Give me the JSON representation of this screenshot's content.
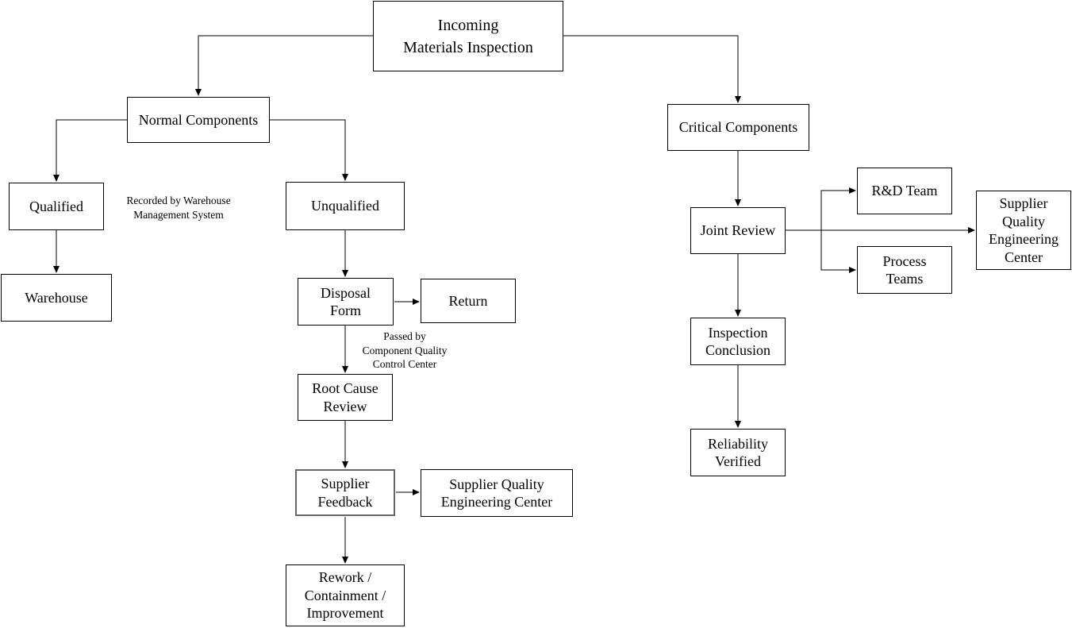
{
  "diagram": {
    "type": "flowchart",
    "title": "Incoming Materials Inspection",
    "colors": {
      "background": "#ffffff",
      "box_border": "#000000",
      "emphasis_box_border": "#666666",
      "text": "#000000",
      "arrow": "#000000"
    },
    "nodes": {
      "incoming": {
        "label": "Incoming\nMaterials Inspection"
      },
      "normal": {
        "label": "Normal Components"
      },
      "qualified": {
        "label": "Qualified"
      },
      "warehouse": {
        "label": "Warehouse"
      },
      "unqualified": {
        "label": "Unqualified"
      },
      "disposal": {
        "label": "Disposal\nForm"
      },
      "return": {
        "label": "Return"
      },
      "root_cause": {
        "label": "Root Cause\nReview"
      },
      "supplier_feedback": {
        "label": "Supplier\nFeedback"
      },
      "sqec_left": {
        "label": "Supplier Quality\nEngineering Center"
      },
      "rework": {
        "label": "Rework /\nContainment /\nImprovement"
      },
      "critical": {
        "label": "Critical Components"
      },
      "joint_review": {
        "label": "Joint Review"
      },
      "rd_team": {
        "label": "R&D Team"
      },
      "process_teams": {
        "label": "Process\nTeams"
      },
      "sqec_right": {
        "label": "Supplier\nQuality\nEngineering\nCenter"
      },
      "inspection": {
        "label": "Inspection\nConclusion"
      },
      "reliability": {
        "label": "Reliability\nVerified"
      }
    },
    "annotations": {
      "recorded": {
        "label": "Recorded by Warehouse\nManagement System"
      },
      "passed": {
        "label": "Passed by\nComponent Quality\nControl Center"
      }
    },
    "edges": [
      {
        "from": "incoming",
        "to": "normal"
      },
      {
        "from": "incoming",
        "to": "critical"
      },
      {
        "from": "normal",
        "to": "qualified"
      },
      {
        "from": "normal",
        "to": "unqualified"
      },
      {
        "from": "qualified",
        "to": "warehouse",
        "note": "Recorded by Warehouse Management System"
      },
      {
        "from": "unqualified",
        "to": "disposal"
      },
      {
        "from": "disposal",
        "to": "return"
      },
      {
        "from": "disposal",
        "to": "root_cause",
        "note": "Passed by Component Quality Control Center"
      },
      {
        "from": "root_cause",
        "to": "supplier_feedback"
      },
      {
        "from": "supplier_feedback",
        "to": "sqec_left"
      },
      {
        "from": "supplier_feedback",
        "to": "rework"
      },
      {
        "from": "critical",
        "to": "joint_review"
      },
      {
        "from": "joint_review",
        "to": "rd_team"
      },
      {
        "from": "joint_review",
        "to": "process_teams"
      },
      {
        "from": "joint_review",
        "to": "sqec_right"
      },
      {
        "from": "joint_review",
        "to": "inspection"
      },
      {
        "from": "inspection",
        "to": "reliability"
      }
    ]
  }
}
